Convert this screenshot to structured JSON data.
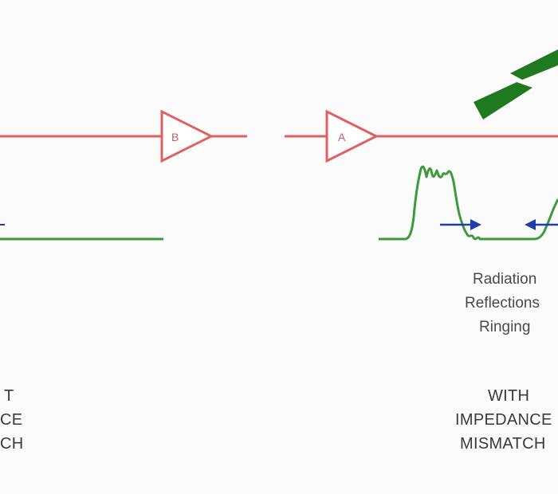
{
  "buffers": {
    "b_label": "B",
    "a_label": "A"
  },
  "effects": [
    "Radiation",
    "Reflections",
    "Ringing"
  ],
  "left_caption": [
    "T",
    "CE",
    "CH"
  ],
  "right_caption": [
    "WITH",
    "IMPEDANCE",
    "MISMATCH"
  ],
  "colors": {
    "signal_line": "#e06060",
    "waveform": "#3d9a3d",
    "arrow": "#1f3fa8",
    "lightning": "#1f7a1f"
  }
}
